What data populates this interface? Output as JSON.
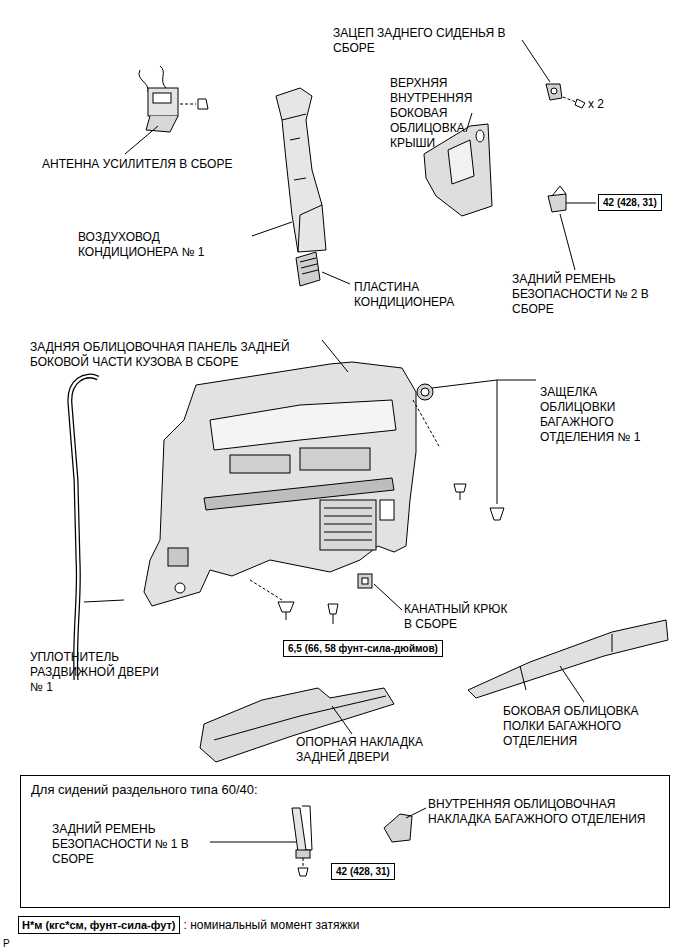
{
  "diagram": {
    "nodes": [
      {
        "text": [
          "42 (428, 31)"
        ]
      },
      {
        "text": [
          "6,5 (66, 58 фунт-сила-дюймов)"
        ]
      },
      {
        "text": [
          "Для сидений раздельного типа 60/40:"
        ]
      },
      {
        "text": [
          "42 (428, 31)"
        ],
        "in": 2
      },
      {
        "text": [
          "Н*м (кгс*см, фунт-сила-фут)"
        ]
      }
    ],
    "labels": [
      "ЗАЦЕП ЗАДНЕГО СИДЕНЬЯ В СБОРЕ",
      "ВЕРХНЯЯ ВНУТРЕННЯЯ БОКОВАЯ ОБЛИЦОВКА КРЫШИ",
      "x 2",
      "АНТЕННА УСИЛИТЕЛЯ В СБОРЕ",
      "ВОЗДУХОВОД КОНДИЦИОНЕРА № 1",
      "ЗАДНИЙ РЕМЕНЬ БЕЗОПАСНОСТИ № 2 В СБОРЕ",
      "ПЛАСТИНА КОНДИЦИОНЕРА",
      "ЗАДНЯЯ ОБЛИЦОВОЧНАЯ ПАНЕЛЬ ЗАДНЕЙ БОКОВОЙ ЧАСТИ КУЗОВА В СБОРЕ",
      "ЗАЩЕЛКА ОБЛИЦОВКИ БАГАЖНОГО ОТДЕЛЕНИЯ № 1",
      "КАНАТНЫЙ КРЮК В СБОРЕ",
      "УПЛОТНИТЕЛЬ РАЗДВИЖНОЙ ДВЕРИ № 1",
      "БОКОВАЯ ОБЛИЦОВКА ПОЛКИ БАГАЖНОГО ОТДЕЛЕНИЯ",
      "ОПОРНАЯ НАКЛАДКА ЗАДНЕЙ ДВЕРИ",
      "ЗАДНИЙ РЕМЕНЬ БЕЗОПАСНОСТИ № 1 В СБОРЕ",
      "ВНУТРЕННЯЯ ОБЛИЦОВОЧНАЯ НАКЛАДКА БАГАЖНОГО ОТДЕЛЕНИЯ",
      ": номинальный момент затяжки",
      "P"
    ]
  }
}
